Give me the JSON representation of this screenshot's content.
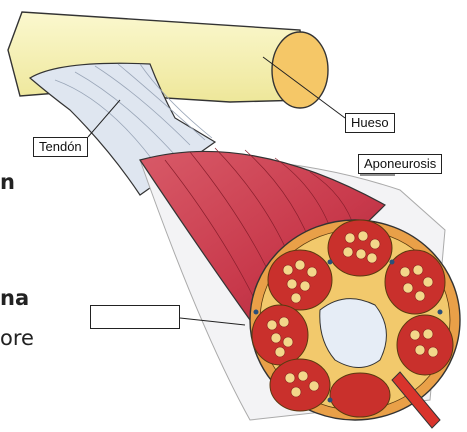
{
  "labels": {
    "bone": "Hueso",
    "tendon": "Tendón",
    "aponeurosis": "Aponeurosis",
    "blank": ""
  },
  "background_fragments": {
    "frag1": "n",
    "frag2": "na",
    "frag3": "ore"
  },
  "colors": {
    "bone": "#f6f2b4",
    "bone_end": "#f7c56a",
    "tendon": "#dde4ee",
    "muscle": "#c8394b",
    "muscle_dark": "#a8283a",
    "fascicle_sheath": "#f0c96a",
    "fiber": "#c9302c",
    "core": "#e8eef6",
    "vessel": "#d9342c"
  }
}
